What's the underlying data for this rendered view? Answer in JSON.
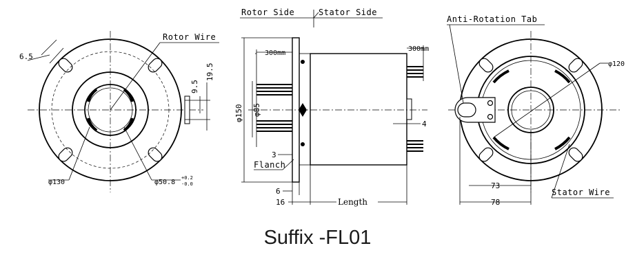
{
  "side_labels": {
    "rotor_side": "Rotor Side",
    "stator_side": "Stator Side"
  },
  "left_view": {
    "rotor_wire": "Rotor Wire",
    "slot_width": "6.5",
    "dim_9_5": "9.5",
    "dim_19_5": "19.5",
    "outer_dia": "φ130",
    "bore_dia": "φ50.8",
    "bore_tol_upper": "+0.2",
    "bore_tol_lower": "-0.0"
  },
  "side_view": {
    "rotor_lead": "300mm",
    "stator_lead": "300mm",
    "flange_dia": "φ150",
    "body_dia": "φ85",
    "dim_3": "3",
    "dim_4": "4",
    "flanch": "Flanch",
    "dim_6": "6",
    "dim_16": "16",
    "length": "Length"
  },
  "right_view": {
    "anti_rotation_tab": "Anti-Rotation Tab",
    "dia_120": "φ120",
    "dim_73": "73",
    "dim_78": "78",
    "stator_wire": "Stator Wire"
  },
  "caption": "Suffix -FL01"
}
